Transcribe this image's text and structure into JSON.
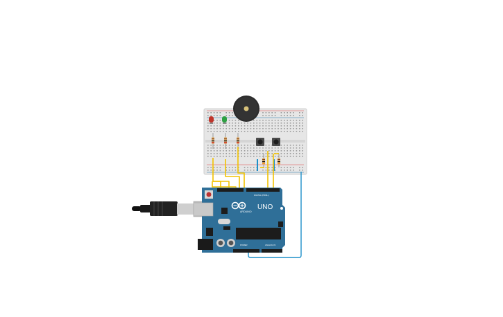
{
  "board": {
    "logo_text": "ARDUINO",
    "model_text": "UNO",
    "digital_label": "DIGITAL (PWM~)",
    "power_label": "POWER",
    "analog_label": "ANALOG IN"
  },
  "colors": {
    "board_blue": "#2f6f98",
    "board_blue_dark": "#1f5276",
    "breadboard": "#e6e6e6",
    "wire_yellow": "#f2c200",
    "wire_blue": "#1d8fc9",
    "led_red": "#c0342a",
    "led_green": "#2ea043",
    "buzzer": "#2b2b2b"
  },
  "components": {
    "leds": [
      "led-red",
      "led-green"
    ],
    "buzzer": "piezo-buzzer",
    "buttons": [
      "pushbutton-1",
      "pushbutton-2"
    ],
    "resistors": 5
  }
}
